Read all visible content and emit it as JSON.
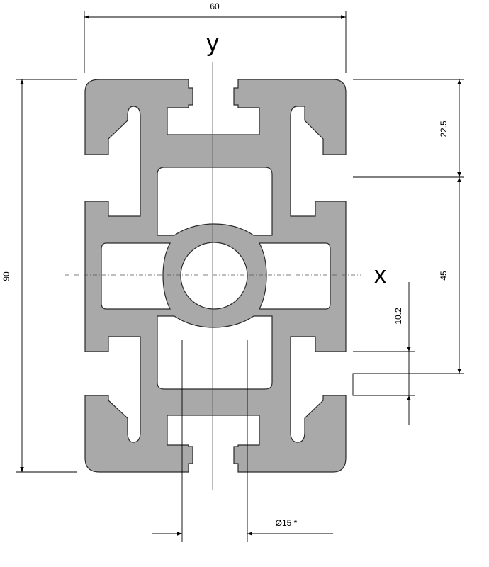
{
  "axes": {
    "y_label": "y",
    "x_label": "x"
  },
  "dimensions": {
    "width": "60",
    "height": "90",
    "top_offset": "22.5",
    "pitch": "45",
    "slot_width": "10.2",
    "bore_diameter": "Ø15 *"
  },
  "colors": {
    "profile_fill": "#a9a9a9",
    "outline": "#2a2a2a",
    "line": "#000000"
  }
}
